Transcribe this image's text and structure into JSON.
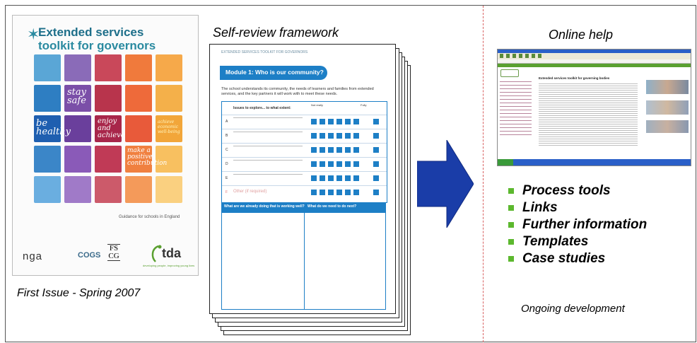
{
  "cover": {
    "title_line1": "Extended services",
    "title_line2": "toolkit for governors",
    "tile_stay_safe": "stay safe",
    "tile_be_healthy": "be healthy",
    "tile_enjoy": "enjoy and achieve",
    "tile_achieve": "achieve economic well-being",
    "tile_positive": "make a positive contribution",
    "small_text": "Guidance for schools in England",
    "logo_nga": "nga",
    "logo_cogs": "COGS",
    "logo_fscg": "FS CG",
    "logo_tda": "tda",
    "logo_tda_tagline": "developing people, improving young lives"
  },
  "left_caption": "First Issue - Spring 2007",
  "framework": {
    "title": "Self-review framework",
    "doc_header": "EXTENDED SERVICES TOOLKIT FOR GOVERNORS",
    "module_title": "Module 1: Who is our community?",
    "intro": "The school understands its community, the needs of learners and families from extended services, and the key partners it will work with to meet these needs.",
    "table_header": "Issues to explore... to what extent:",
    "scale_left": "Not really",
    "scale_right": "Fully",
    "row_letters": [
      "A",
      "B",
      "C",
      "D",
      "E",
      "F"
    ],
    "row_f_text": "Other (if required)",
    "bottom_left_header": "What are we already doing that is working well?",
    "bottom_right_header": "What do we need to do next?"
  },
  "help": {
    "title": "Online help",
    "page_heading": "Extended services toolkit for governing bodies",
    "items": [
      "Process tools",
      "Links",
      "Further information",
      "Templates",
      "Case studies"
    ],
    "ongoing": "Ongoing development"
  },
  "colors": {
    "doc_blue": "#1d7fc6",
    "arrow_blue": "#1a3da8",
    "bullet_green": "#5cb82e",
    "divider_red": "#d86060"
  }
}
